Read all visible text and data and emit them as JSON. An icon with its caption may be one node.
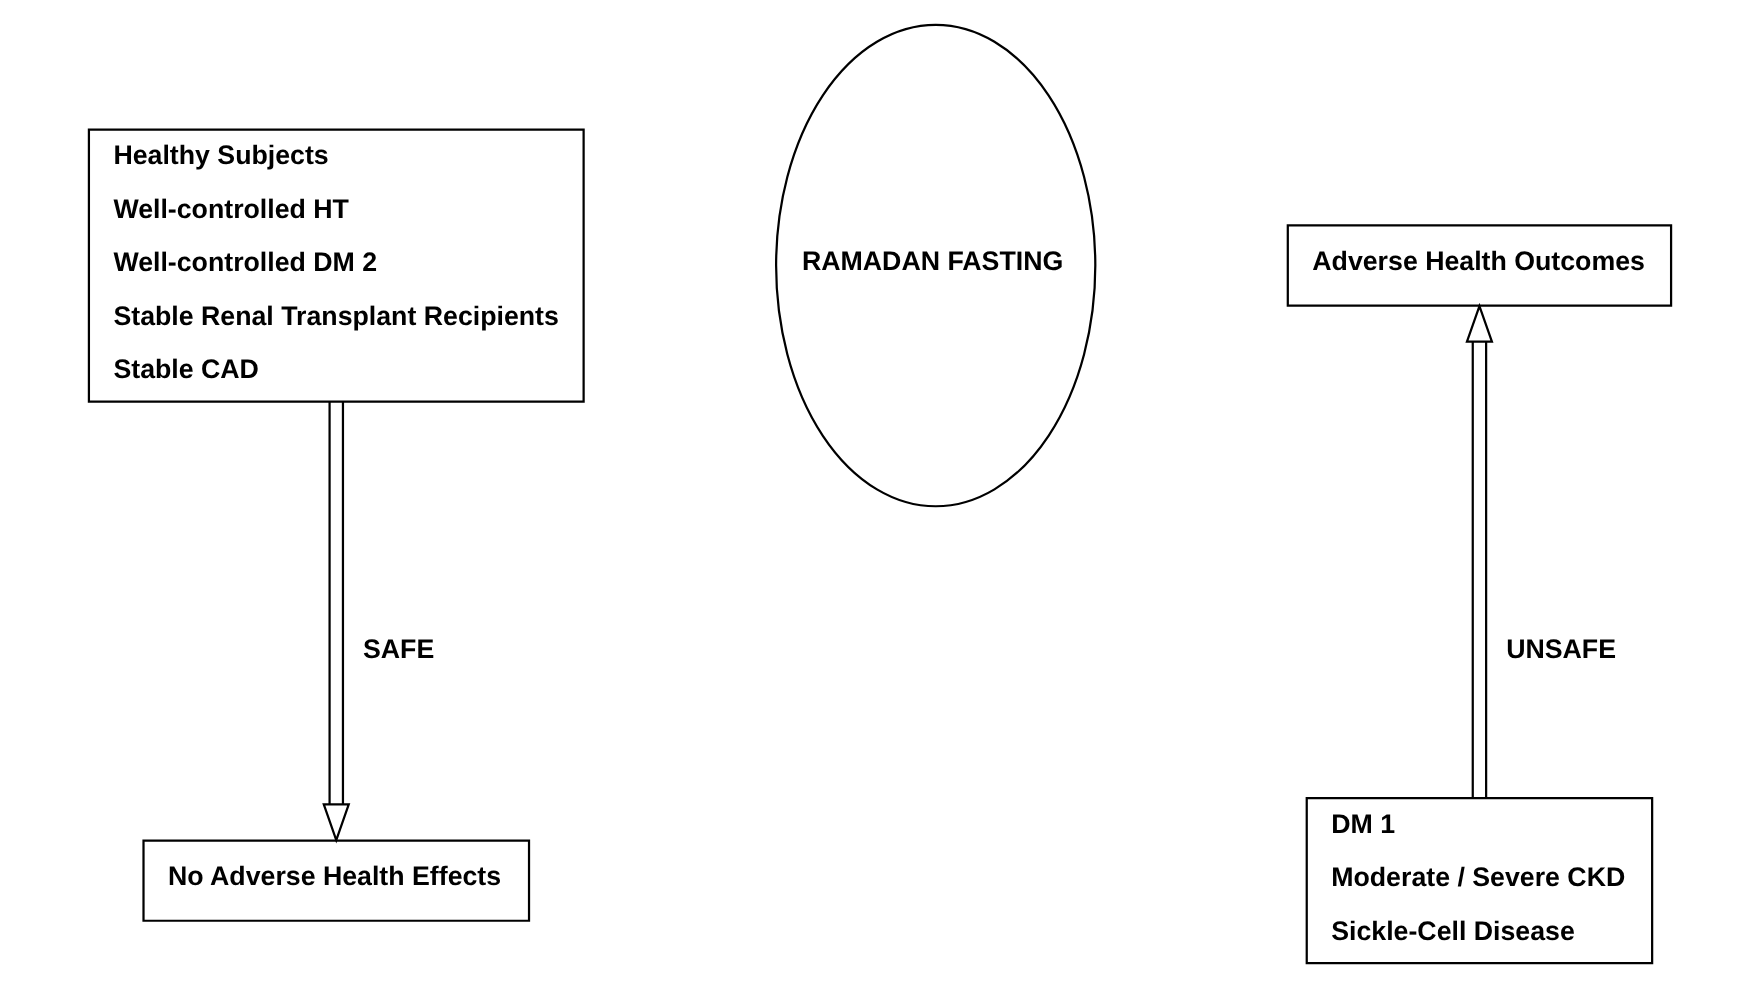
{
  "diagram": {
    "nodes": [
      {
        "text": [
          "Healthy Subjects",
          "Well-controlled HT",
          "Well-controlled DM 2",
          "Stable Renal Transplant Recipients",
          "Stable CAD"
        ]
      },
      {
        "text": [
          "No Adverse Health Effects"
        ]
      },
      {
        "text": [
          "RAMADAN FASTING"
        ]
      },
      {
        "text": [
          "Adverse Health Outcomes"
        ]
      },
      {
        "text": [
          "DM 1",
          "Moderate / Severe CKD",
          "Sickle-Cell Disease"
        ]
      }
    ],
    "edges": [
      {
        "from": 0,
        "to": 1,
        "arrow": "to",
        "label": "SAFE"
      },
      {
        "from": 4,
        "to": 3,
        "arrow": "to",
        "label": "UNSAFE"
      }
    ]
  }
}
